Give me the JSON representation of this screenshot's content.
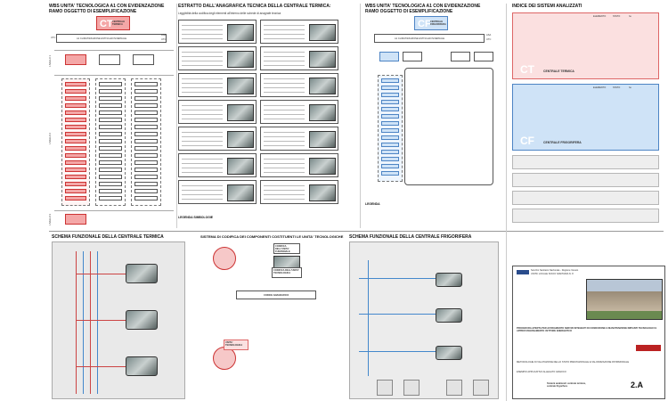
{
  "panel_wbs_ct": {
    "title": "WBS UNITA' TECNOLOGICA A1 CON EVIDENZAZIONE RAMO OGGETTO DI ESEMPLIFICAZIONE",
    "badge": "CT",
    "badge_label": "CENTRALE TERMICA",
    "row_label": "A1 CLIMATIZZAZIONE ESTIVA ED INVERNALE",
    "levels": [
      "LIVELLO 1",
      "LIVELLO 2",
      "LIVELLO 3"
    ],
    "side_tags": [
      "UTC",
      "ASA",
      "UTC"
    ]
  },
  "panel_anagrafica": {
    "title": "ESTRATTO DALL'ANAGRAFICA TECNICA DELLA CENTRALE TERMICA:",
    "subtitle": "Leggibilità della codifica degli elementi all'interno delle schede di anagrafe tecnica",
    "legend": "LEGENDA SIMBOLOGIE"
  },
  "panel_wbs_cf": {
    "title": "WBS UNITA' TECNOLOGICA A1 CON EVIDENZAZIONE RAMO OGGETTO DI ESEMPLIFICAZIONE",
    "badge": "CF",
    "badge_label": "CENTRALE FRIGORIFERA",
    "row_label": "A1 CLIMATIZZAZIONE ESTIVA ED INVERNALE",
    "side_tags": [
      "ASA",
      "UTC"
    ],
    "legend": "LEGENDA"
  },
  "panel_index": {
    "title": "INDICE DEI SISTEMI ANALIZZATI",
    "ct_label": "CENTRALE TERMICA",
    "cf_label": "CENTRALE FRIGORIFERA",
    "ct_badge": "CT",
    "cf_badge": "CF",
    "col_headers": [
      "ELEMENTO",
      "STATO",
      "№"
    ]
  },
  "schema_ct": {
    "title": "SCHEMA FUNZIONALE DELLA CENTRALE TERMICA"
  },
  "sistema_codifica": {
    "title": "SISTEMA DI CODIFICA DEI COMPONENTI COSTITUENTI LE UNITA' TECNOLOGICHE",
    "box1": "CODIFICA DELL'UNITA' FUNZIONALE",
    "box2": "CODIFICA DELL'UNITA' TECNOLOGICA",
    "box3": "CODICE ANAGRAFICO",
    "box4": "UNITA' TECNOLOGICA"
  },
  "schema_cf": {
    "title": "SCHEMA FUNZIONALE DELLA CENTRALE FRIGORIFERA"
  },
  "title_block": {
    "org": "Servizio Sanitario Nazionale - Regione Veneto",
    "org2": "UNITA' LOCALE SOCIO SANITARIA N. 8",
    "procedure": "PROCEDURA APERTA PER AFFIDAMENTO SERVIZI INTEGRATI DI CONDUZIONE E MANUTENZIONE IMPIANTI TECNOLOGICI E APPROVVIGIONAMENTO VETTORE ENERGETICO",
    "method": "METODOLOGIE DI VALUTAZIONE DELLO STATO PRESTAZIONALE E VALORIZZAZIONE PATRIMONIALE",
    "example": "ESEMPIO APPLICATIVO ALLEGATO GRAFICO",
    "systems": "Sistemi analizzati: centrale termica, centrale frigorifera",
    "sheet": "2.A"
  }
}
